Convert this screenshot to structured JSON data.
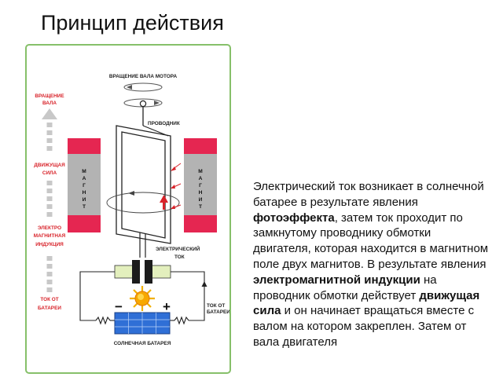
{
  "slide": {
    "title": "Принцип действия"
  },
  "diagram": {
    "label_shaft_rotation": "ВРАЩЕНИЕ ВАЛА МОТОРА",
    "label_conductor": "ПРОВОДНИК",
    "label_current": [
      "ЭЛЕКТРИЧЕСКИЙ",
      "ТОК"
    ],
    "label_battery": "СОЛНЕЧНАЯ БАТАРЕЯ",
    "label_current_from_battery_right": [
      "ТОК ОТ",
      "БАТАРЕИ"
    ],
    "left_labels": {
      "rotation": [
        "ВРАЩЕНИЕ",
        "ВАЛА"
      ],
      "force": [
        "ДВИЖУЩАЯ",
        "СИЛА"
      ],
      "induction": [
        "ЭЛЕКТРО",
        "МАГНИТНАЯ",
        "ИНДУКЦИЯ"
      ],
      "current": [
        "ТОК ОТ",
        "БАТАРЕИ"
      ]
    },
    "magnet_letters": [
      "М",
      "А",
      "Г",
      "Н",
      "И",
      "Т"
    ],
    "minus_sign": "−",
    "plus_sign": "+",
    "colors": {
      "magnet_red": "#e52651",
      "magnet_gray": "#b3b3b3",
      "arrow_red": "#d8232a",
      "arrow_gray": "#c8c8c8",
      "frame_green": "#86c06a",
      "commutator_green": "#e3efbd",
      "solar_blue": "#2f6fd6"
    }
  },
  "description": {
    "p1": "Электрический ток возникает в солнечной батарее в результате явления ",
    "b1": "фотоэффекта",
    "p2": ", затем ток проходит по замкнутому проводнику обмотки двигателя, которая находится в магнитном поле двух магнитов. В результате явления ",
    "b2": "электромагнитной индукции",
    "p3": " на проводник обмотки действует ",
    "b3": "движущая сила",
    "p4": " и он начинает вращаться вместе с валом на котором закреплен. Затем от вала двигателя"
  }
}
